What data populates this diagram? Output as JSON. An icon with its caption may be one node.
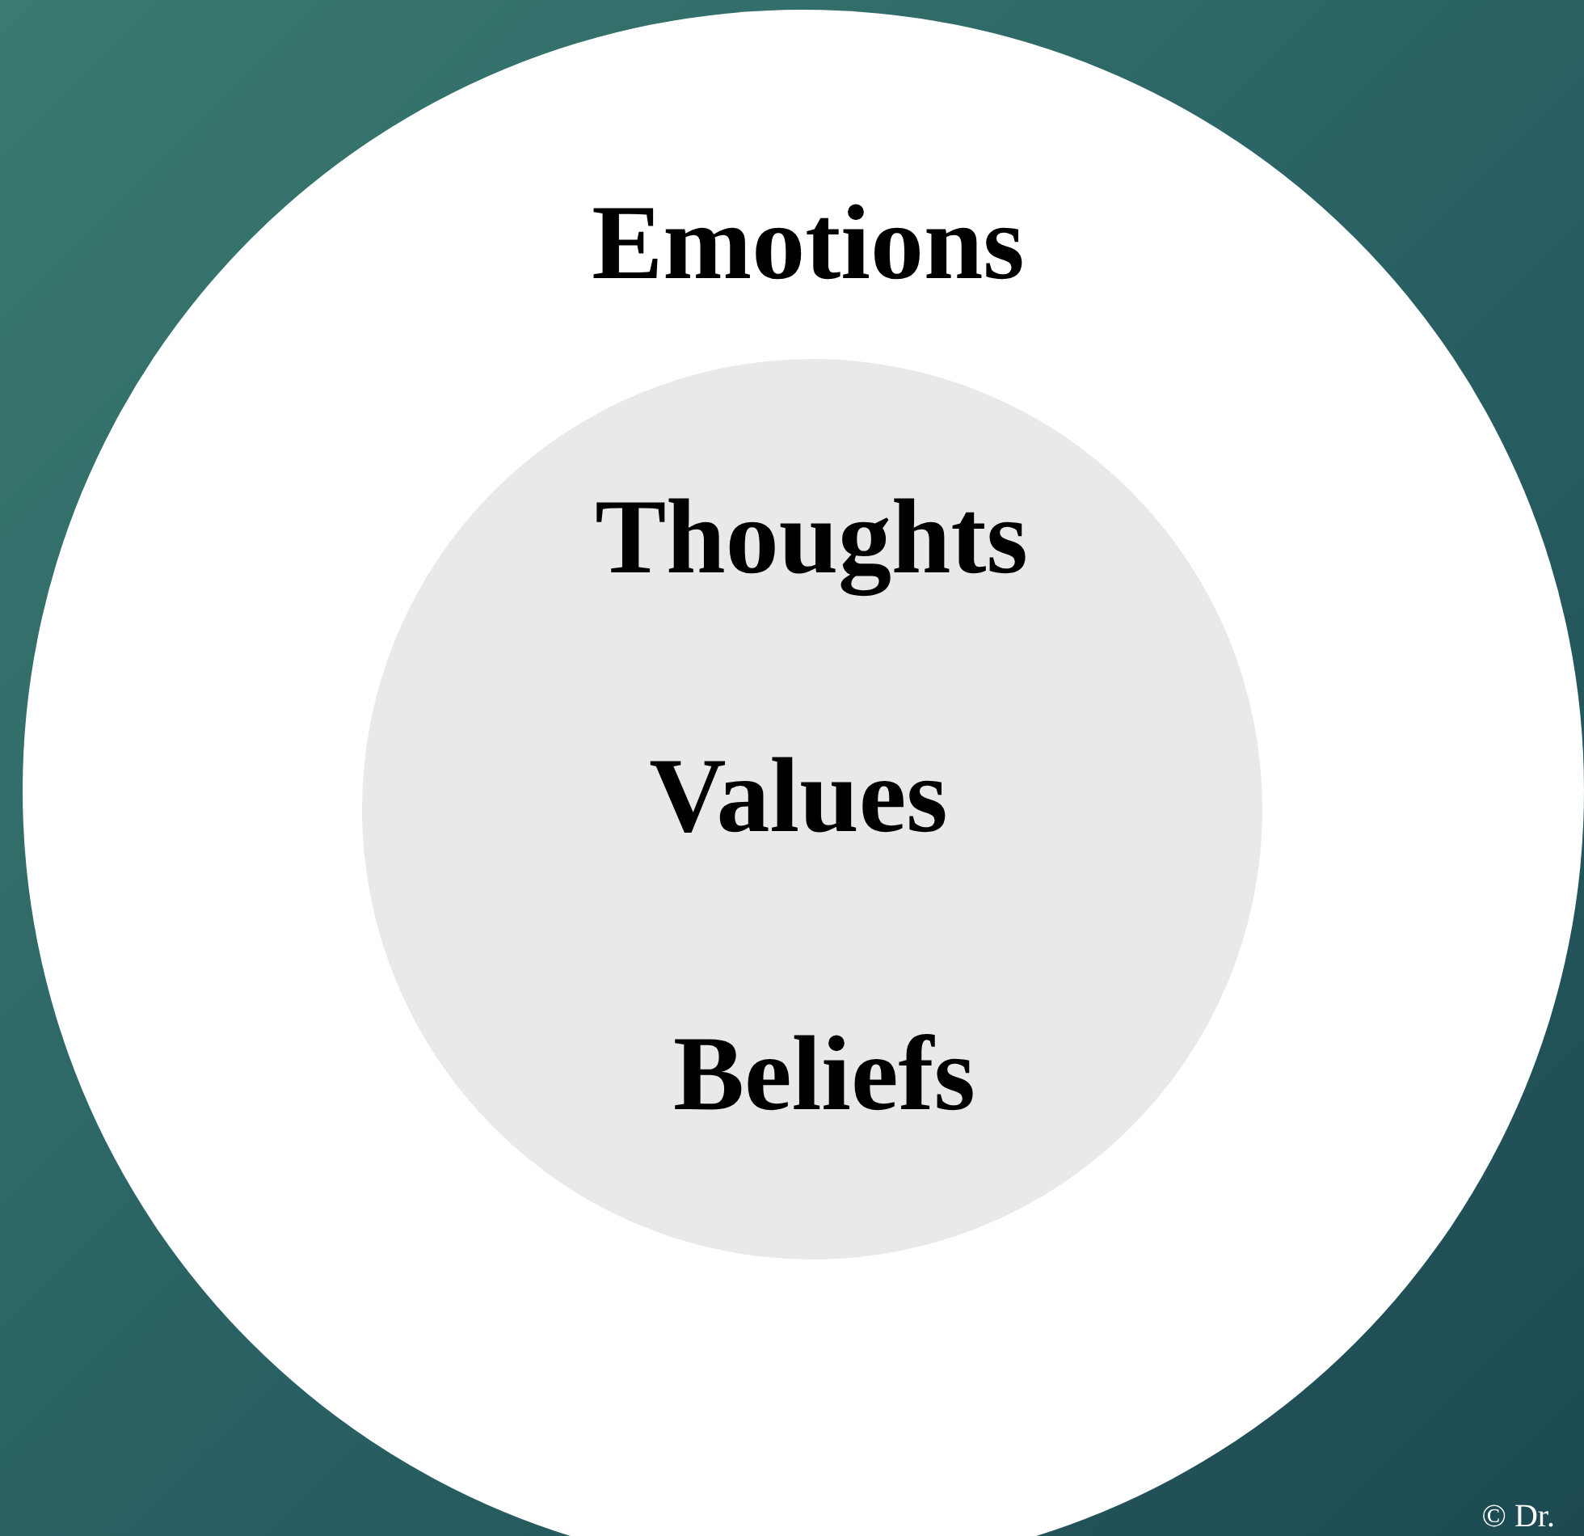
{
  "diagram": {
    "nodes": [
      {
        "text": [
          "Emotions"
        ]
      },
      {
        "text": [
          "Thoughts",
          "Values",
          "Beliefs"
        ],
        "in": 0
      }
    ],
    "labels": [
      "© Dr."
    ]
  }
}
